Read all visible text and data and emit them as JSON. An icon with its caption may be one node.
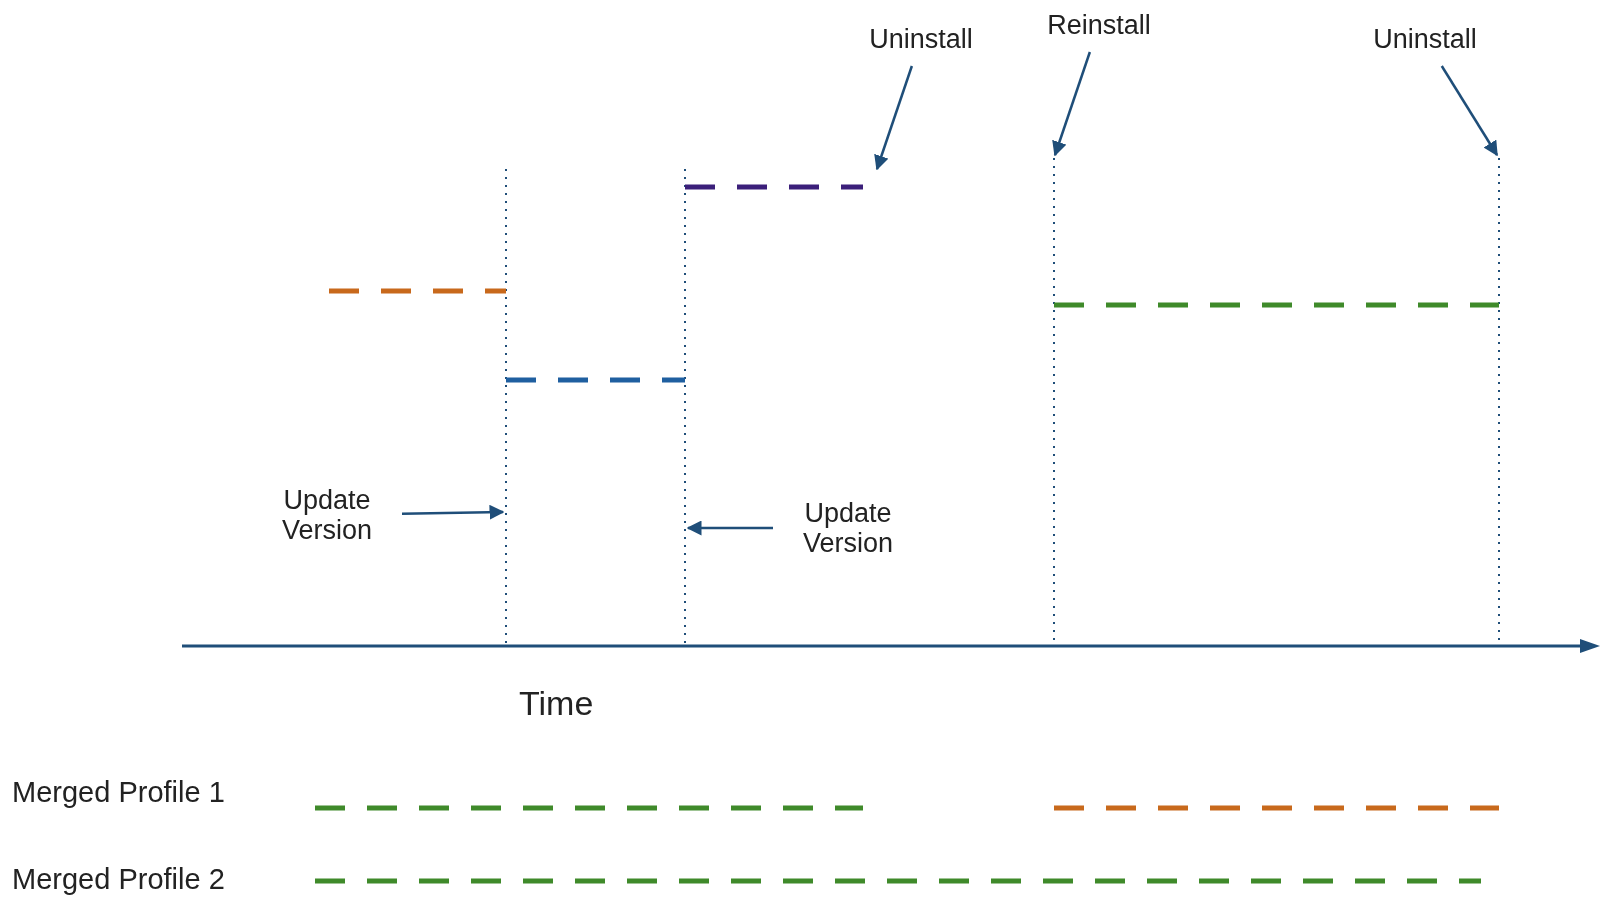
{
  "diagram": {
    "nodes": [
      {
        "text": [
          "Uninstall"
        ]
      },
      {
        "text": [
          "Reinstall"
        ]
      },
      {
        "text": [
          "Uninstall"
        ]
      },
      {
        "text": [
          "Update Version"
        ]
      },
      {
        "text": [
          "Update Version"
        ]
      }
    ],
    "edges": [
      {
        "from": 0,
        "to": null,
        "arrow": "to"
      },
      {
        "from": 1,
        "to": null,
        "arrow": "to"
      },
      {
        "from": 2,
        "to": null,
        "arrow": "to"
      },
      {
        "from": 3,
        "to": null,
        "arrow": "to"
      },
      {
        "from": 4,
        "to": null,
        "arrow": "to"
      }
    ],
    "labels": [
      "Time",
      "Merged Profile 1",
      "Merged Profile 2"
    ]
  }
}
